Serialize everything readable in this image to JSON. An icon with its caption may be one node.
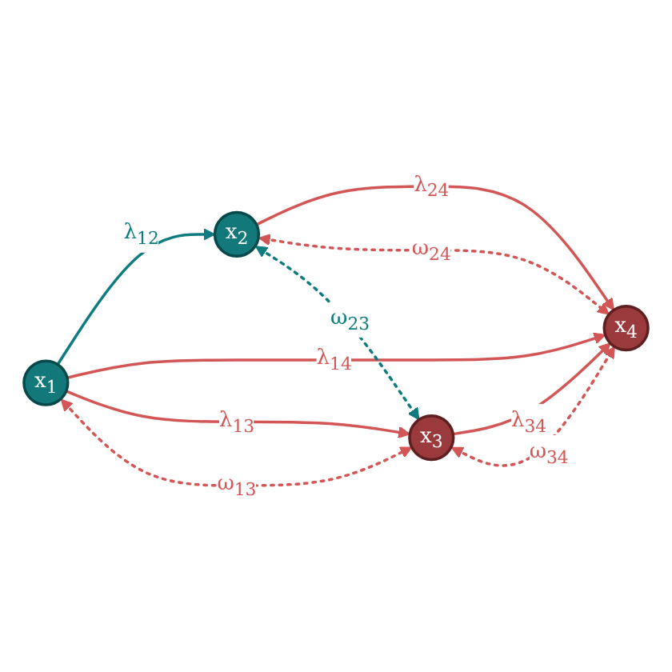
{
  "diagram": {
    "nodes": [
      {
        "text": [
          "x$_{1}$"
        ]
      },
      {
        "text": [
          "x$_{2}$"
        ]
      },
      {
        "text": [
          "x$_{3}$"
        ]
      },
      {
        "text": [
          "x$_{4}$"
        ]
      }
    ],
    "edges": [
      {
        "from": 0,
        "to": 1,
        "arrow": "to",
        "label": "λ$_{12}$",
        "color": "#0e7c7e"
      },
      {
        "from": 0,
        "to": 3,
        "arrow": "to",
        "label": "λ$_{14}$"
      },
      {
        "from": 0,
        "to": 2,
        "arrow": "to",
        "label": "λ$_{13}$"
      },
      {
        "from": 1,
        "to": 3,
        "arrow": "to",
        "label": "λ$_{24}$"
      },
      {
        "from": 2,
        "to": 3,
        "arrow": "to",
        "label": "λ$_{34}$"
      },
      {
        "from": 0,
        "to": 2,
        "arrow": "both",
        "label": "ω$_{13}$",
        "style": "dashed"
      },
      {
        "from": 1,
        "to": 3,
        "arrow": "both",
        "label": "ω$_{24}$",
        "style": "dashed"
      },
      {
        "from": 1,
        "to": 2,
        "arrow": "both",
        "label": "ω$_{23}$",
        "style": "dashed",
        "color": "#0e7c7e"
      },
      {
        "from": 2,
        "to": 3,
        "arrow": "both",
        "label": "ω$_{34}$",
        "style": "dashed"
      }
    ]
  }
}
